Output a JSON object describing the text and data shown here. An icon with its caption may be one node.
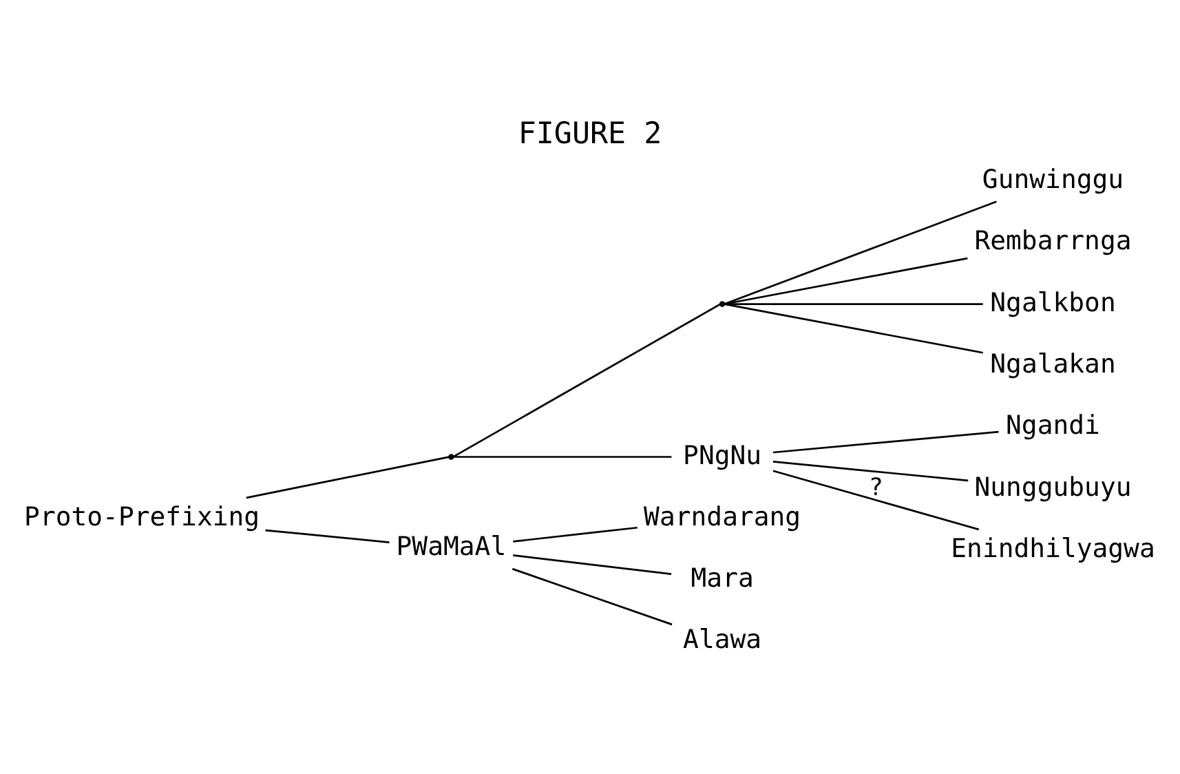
{
  "diagram": {
    "title": "FIGURE 2",
    "nodes": [
      {
        "text": [
          "Proto-Prefixing"
        ]
      },
      {
        "text": [],
        "shape": "point"
      },
      {
        "text": [],
        "shape": "point"
      },
      {
        "text": [
          "Gunwinggu"
        ]
      },
      {
        "text": [
          "Rembarrnga"
        ]
      },
      {
        "text": [
          "Ngalkbon"
        ]
      },
      {
        "text": [
          "Ngalakan"
        ]
      },
      {
        "text": [
          "PNgNu"
        ]
      },
      {
        "text": [
          "Ngandi"
        ]
      },
      {
        "text": [
          "Nunggubuyu"
        ]
      },
      {
        "text": [
          "Enindhilyagwa"
        ]
      },
      {
        "text": [
          "PWaMaAl"
        ]
      },
      {
        "text": [
          "Warndarang"
        ]
      },
      {
        "text": [
          "Mara"
        ]
      },
      {
        "text": [
          "Alawa"
        ]
      }
    ],
    "edges": [
      {
        "from": 0,
        "to": 1,
        "arrow": "none"
      },
      {
        "from": 1,
        "to": 2,
        "arrow": "none"
      },
      {
        "from": 2,
        "to": 3,
        "arrow": "none"
      },
      {
        "from": 2,
        "to": 4,
        "arrow": "none"
      },
      {
        "from": 2,
        "to": 5,
        "arrow": "none"
      },
      {
        "from": 2,
        "to": 6,
        "arrow": "none"
      },
      {
        "from": 1,
        "to": 7,
        "arrow": "none"
      },
      {
        "from": 7,
        "to": 8,
        "arrow": "none"
      },
      {
        "from": 7,
        "to": 9,
        "arrow": "none"
      },
      {
        "from": 7,
        "to": 10,
        "arrow": "none",
        "label": "?"
      },
      {
        "from": 0,
        "to": 11,
        "arrow": "none"
      },
      {
        "from": 11,
        "to": 12,
        "arrow": "none"
      },
      {
        "from": 11,
        "to": 13,
        "arrow": "none"
      },
      {
        "from": 11,
        "to": 14,
        "arrow": "none"
      }
    ]
  }
}
